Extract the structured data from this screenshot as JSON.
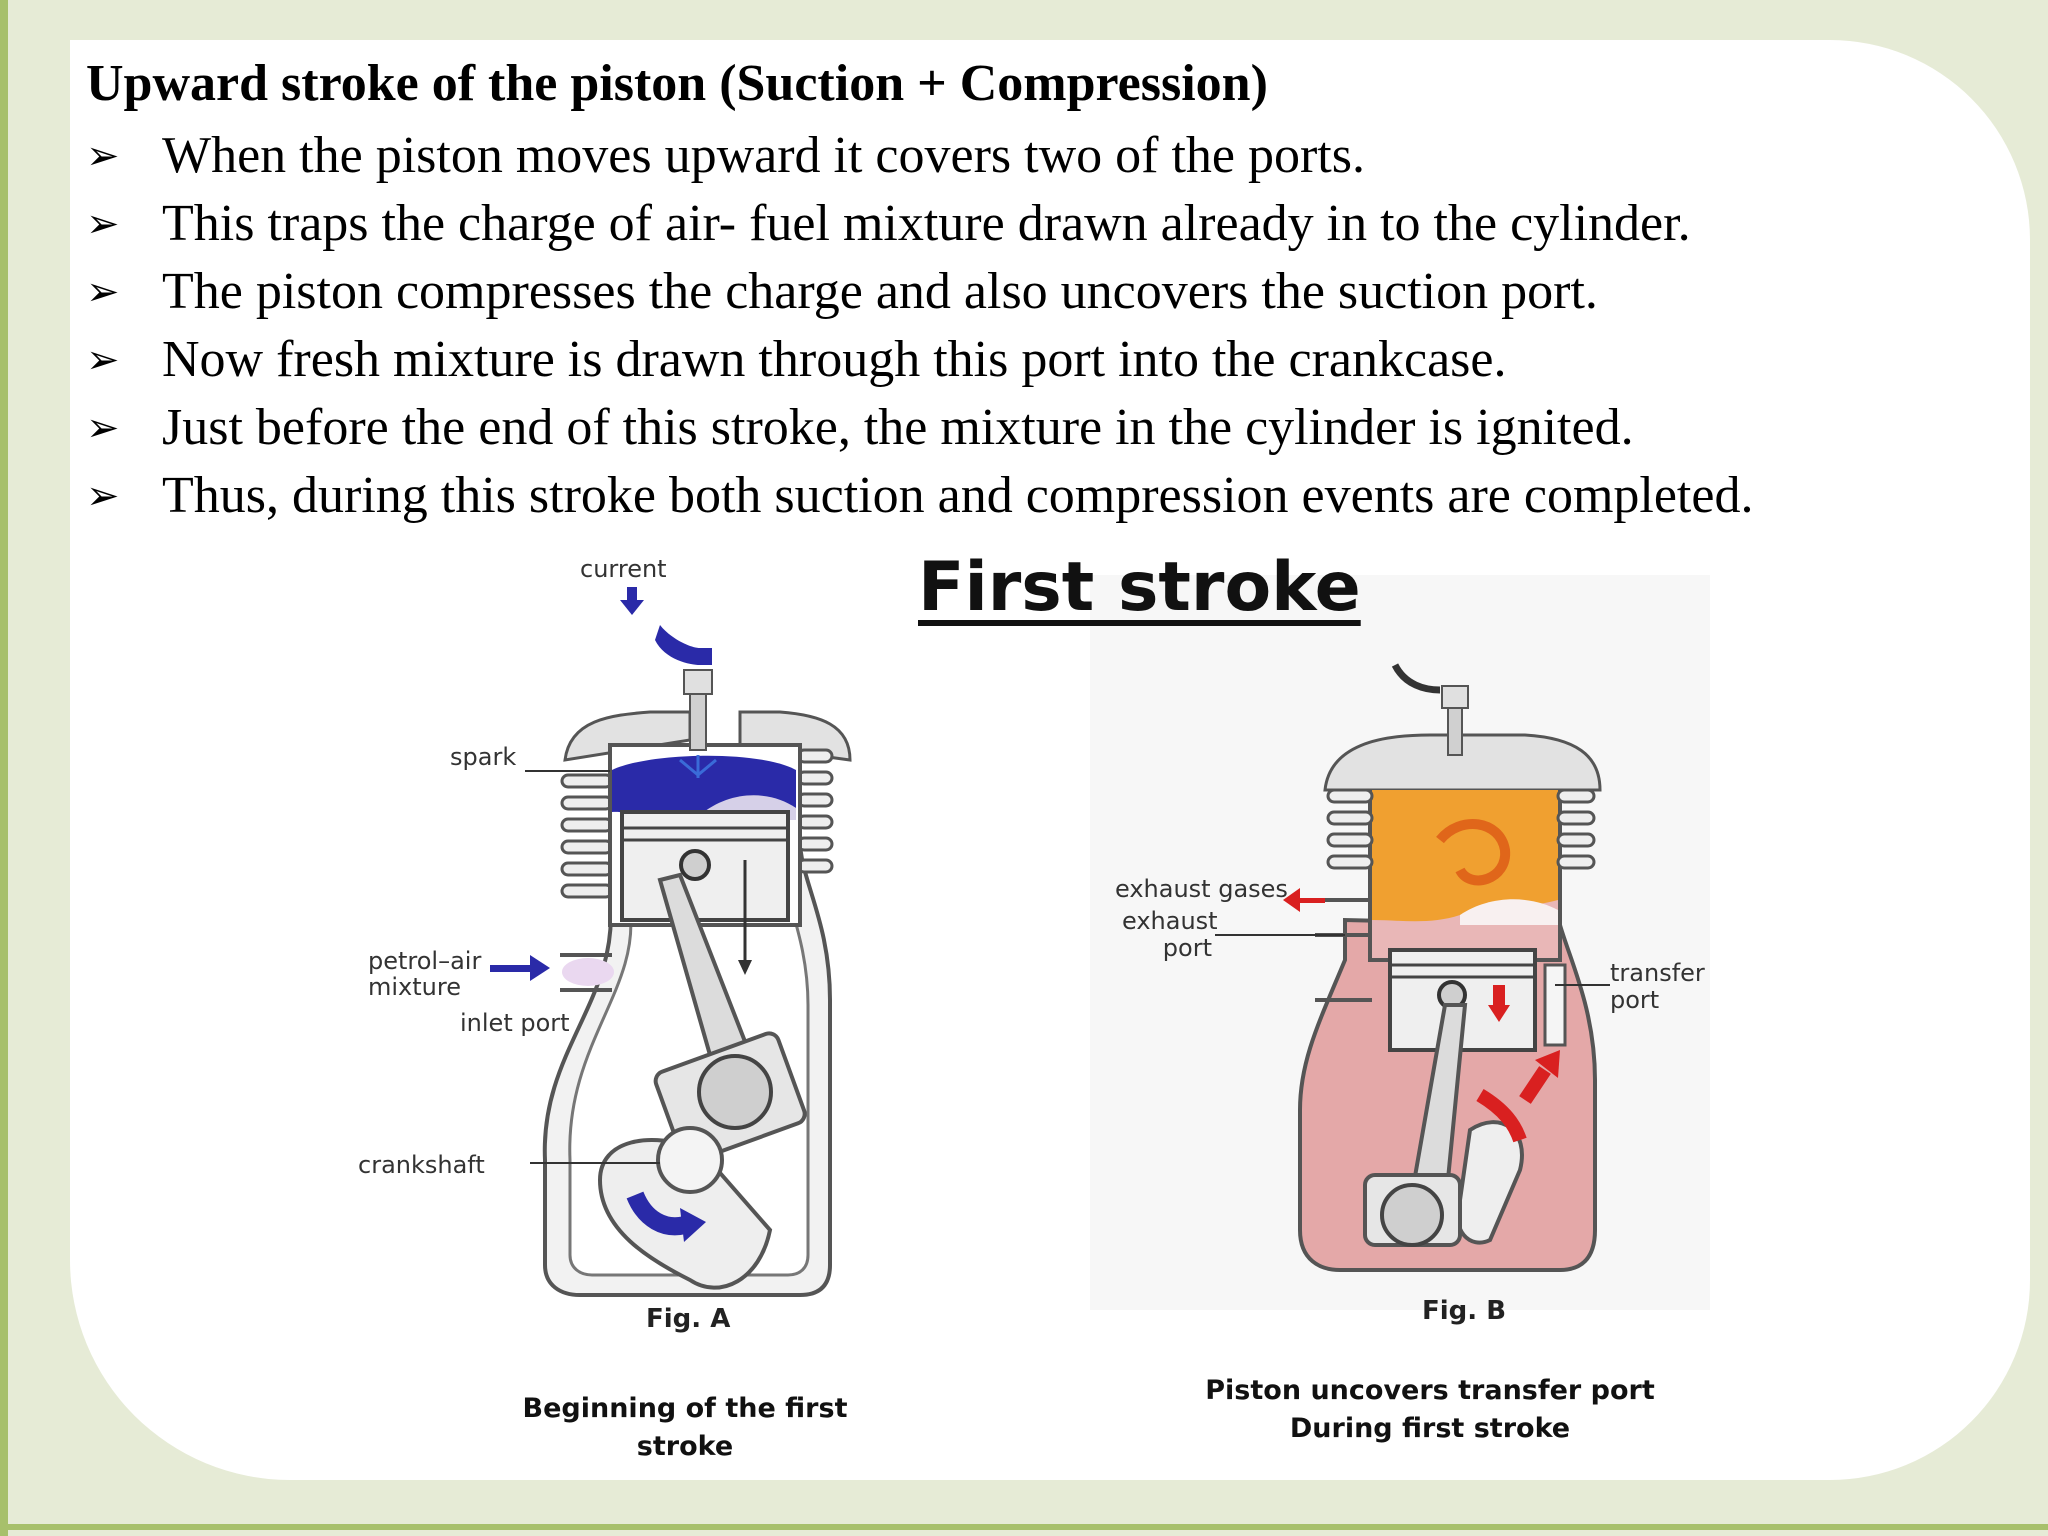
{
  "slide": {
    "title": "Upward stroke of the piston (Suction + Compression)",
    "bullet_icon": "right-arrowhead-icon",
    "bullets": [
      "When the piston moves upward it covers two of the ports.",
      "This traps the charge of air- fuel mixture drawn already in to the cylinder.",
      "The piston compresses the charge and also uncovers the suction port.",
      "Now fresh mixture is drawn through this port into the crankcase.",
      "Just before the end of this stroke, the mixture in the cylinder is ignited.",
      "Thus, during this stroke both suction and compression events are completed."
    ]
  },
  "diagram": {
    "heading": "First stroke",
    "fig_a": {
      "labels": {
        "current": "current",
        "spark": "spark",
        "mixture_line1": "petrol–air",
        "mixture_line2": "mixture",
        "inlet_port": "inlet port",
        "crankshaft": "crankshaft"
      },
      "fig_label": "Fig. A",
      "caption": "Beginning of the first stroke"
    },
    "fig_b": {
      "labels": {
        "exhaust_gases": "exhaust gases",
        "exhaust_port_line1": "exhaust",
        "exhaust_port_line2": "port",
        "transfer_port_line1": "transfer",
        "transfer_port_line2": "port"
      },
      "fig_label": "Fig. B",
      "caption_line1": "Piston uncovers transfer port",
      "caption_line2": "During first stroke"
    }
  },
  "colors": {
    "accent_green": "#a7c06b",
    "mixture_blue": "#2a2aa8",
    "combustion_orange": "#f0a030",
    "crankcase_pink": "#e4a8a8",
    "flow_red": "#d92020"
  }
}
